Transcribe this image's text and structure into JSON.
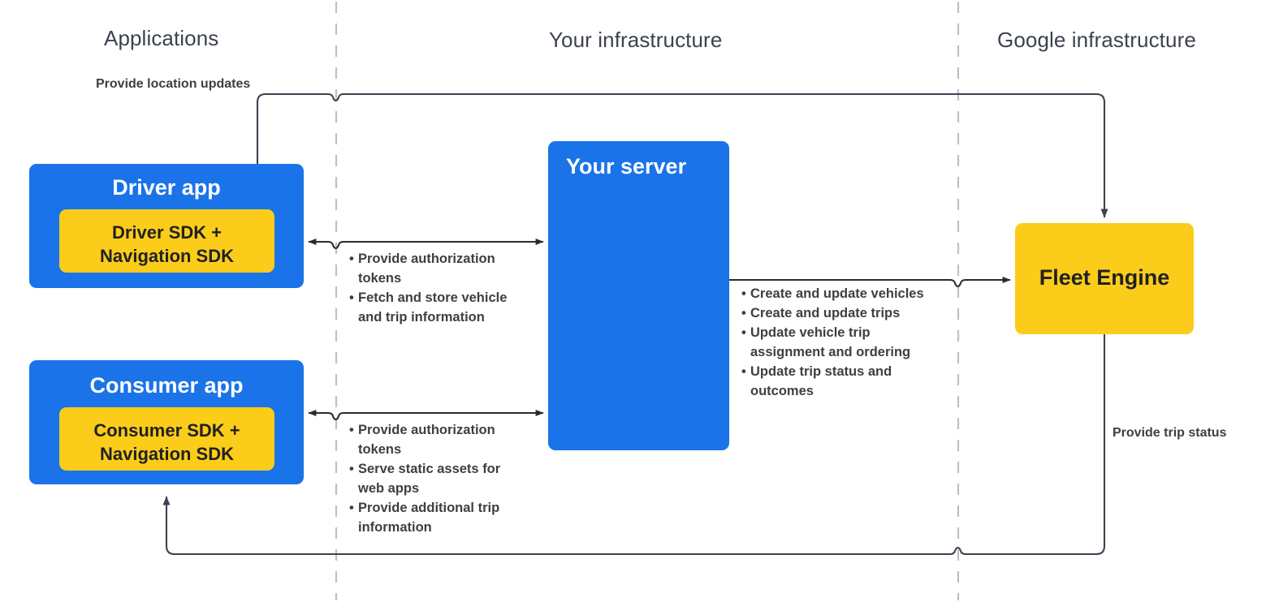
{
  "zones": [
    {
      "id": "applications",
      "label": "Applications"
    },
    {
      "id": "your-infrastructure",
      "label": "Your infrastructure"
    },
    {
      "id": "google-infrastructure",
      "label": "Google infrastructure"
    }
  ],
  "boxes": {
    "driver_app": {
      "title": "Driver app",
      "inner_title": "Driver SDK +\nNavigation SDK",
      "inner_line1": "Driver SDK +",
      "inner_line2": "Navigation SDK",
      "color": "#1a73e8",
      "inner_color": "#fccc1a"
    },
    "consumer_app": {
      "title": "Consumer app",
      "inner_line1": "Consumer SDK +",
      "inner_line2": "Navigation SDK",
      "color": "#1a73e8",
      "inner_color": "#fccc1a"
    },
    "your_server": {
      "title": "Your server",
      "color": "#1a73e8"
    },
    "fleet_engine": {
      "title": "Fleet Engine",
      "color": "#fccc1a"
    }
  },
  "edges": {
    "location_updates": {
      "label": "Provide location updates"
    },
    "trip_status": {
      "label": "Provide trip status"
    },
    "driver_to_server": {
      "items": [
        "Provide authorization tokens",
        "Fetch and store vehicle and trip information"
      ]
    },
    "consumer_to_server": {
      "items": [
        "Provide authorization tokens",
        "Serve static assets for web apps",
        "Provide additional trip information"
      ]
    },
    "server_to_fleet_engine": {
      "items": [
        "Create and update vehicles",
        "Create and update trips",
        "Update vehicle trip assignment and ordering",
        "Update trip status and outcomes"
      ]
    }
  },
  "colors": {
    "blue": "#1a73e8",
    "yellow": "#fccc1a",
    "wire": "#3c4250",
    "divider": "#bdc1c6",
    "text": "#3c4043",
    "background": "#ffffff"
  }
}
